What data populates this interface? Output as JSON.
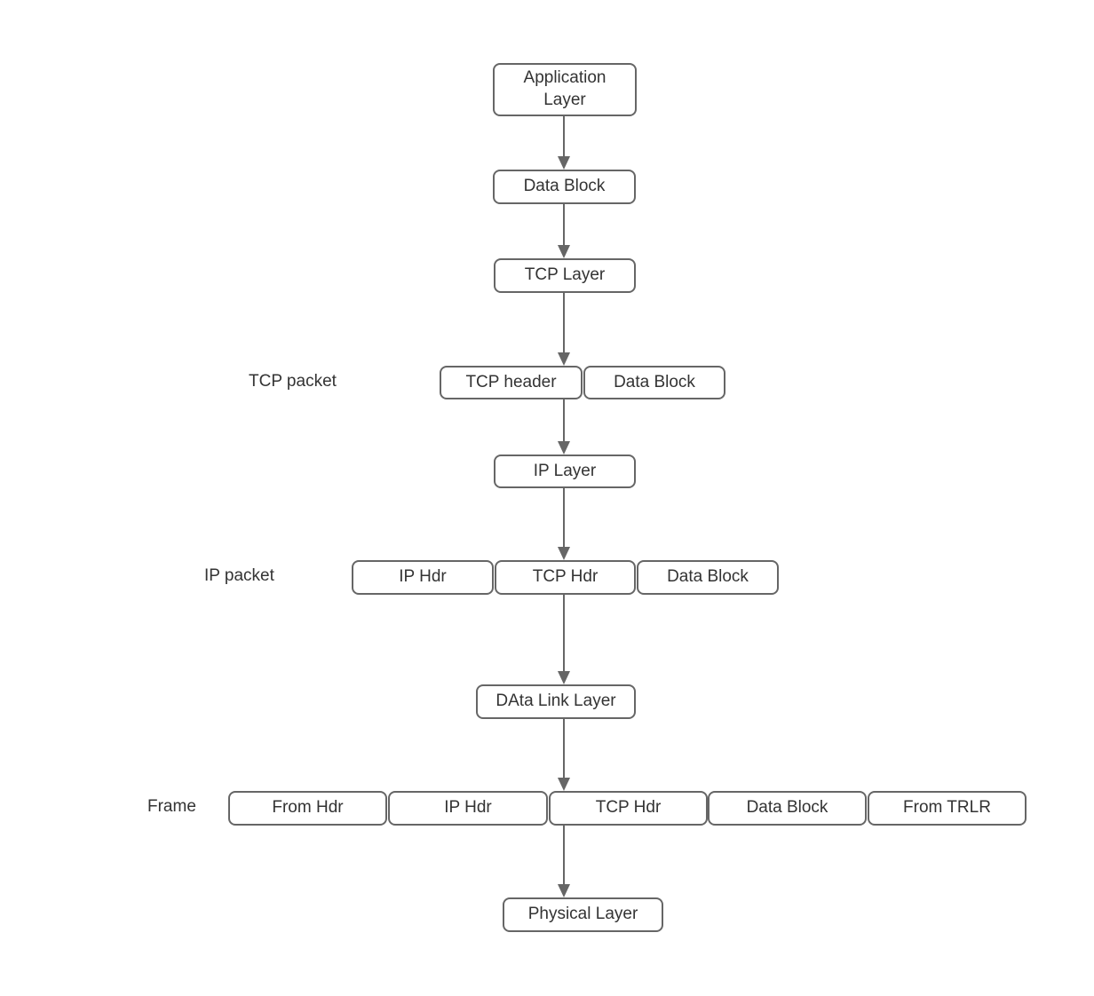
{
  "diagram": {
    "nodes": {
      "application_layer": "Application Layer",
      "app_data_block": "Data Block",
      "tcp_layer": "TCP Layer",
      "tcp_header": "TCP header",
      "tcp_data_block": "Data Block",
      "ip_layer": "IP Layer",
      "ip_hdr": "IP Hdr",
      "tcp_hdr": "TCP Hdr",
      "ip_data_block": "Data Block",
      "data_link_layer": "DAta Link Layer",
      "frame_from_hdr": "From Hdr",
      "frame_ip_hdr": "IP Hdr",
      "frame_tcp_hdr": "TCP Hdr",
      "frame_data_block": "Data Block",
      "frame_from_trlr": "From TRLR",
      "physical_layer": "Physical Layer"
    },
    "row_labels": {
      "tcp_packet": "TCP packet",
      "ip_packet": "IP packet",
      "frame": "Frame"
    },
    "colors": {
      "node_border": "#666666",
      "node_text": "#333333",
      "arrow": "#666666",
      "background": "#ffffff"
    }
  }
}
